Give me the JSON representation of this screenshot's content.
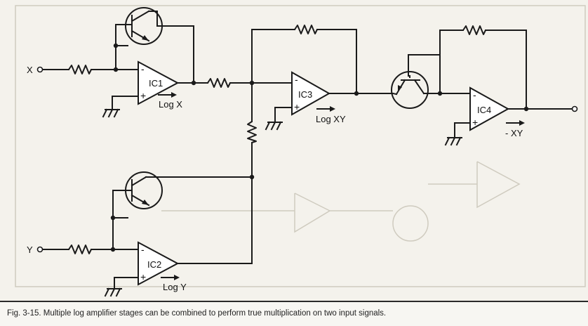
{
  "figure": {
    "caption": "Fig. 3-15. Multiple log amplifier stages can be combined to perform true multiplication on two input signals."
  },
  "inputs": {
    "x": "X",
    "y": "Y"
  },
  "amplifiers": [
    {
      "name": "IC1",
      "output_label": "Log X"
    },
    {
      "name": "IC2",
      "output_label": "Log Y"
    },
    {
      "name": "IC3",
      "output_label": "Log XY"
    },
    {
      "name": "IC4",
      "output_label": "- XY"
    }
  ],
  "signs": {
    "minus": "-",
    "plus": "+"
  },
  "colors": {
    "ink": "#1a1a1a",
    "paper": "#f4f2ec"
  }
}
